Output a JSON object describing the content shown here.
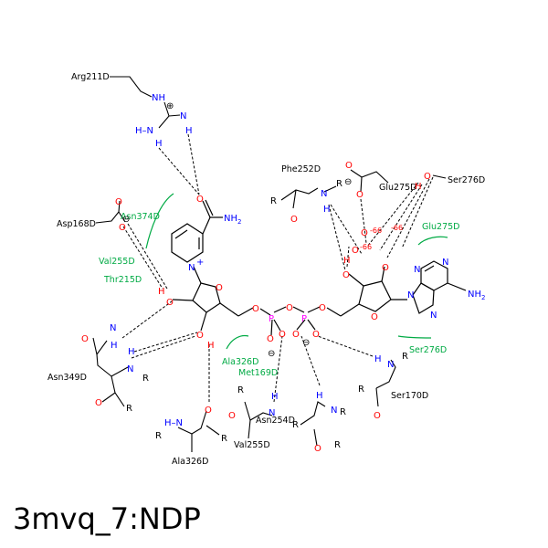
{
  "caption": "3mvq_7:NDP",
  "colors": {
    "bond": "#000000",
    "nitrogen": "#0000ff",
    "oxygen": "#ff0000",
    "phosphorus": "#ff00ff",
    "contact": "#00aa44",
    "hbond": "#000000"
  },
  "residues": {
    "arg211": "Arg211D",
    "asp168": "Asp168D",
    "asn374": "Asn374D",
    "val255_top": "Val255D",
    "thr215": "Thr215D",
    "asn349": "Asn349D",
    "ala326_contact": "Ala326D",
    "met169": "Met169D",
    "phe252": "Phe252D",
    "glu275_top": "Glu275D",
    "ser276_top": "Ser276D",
    "glu275_contact": "Glu275D",
    "ser276_contact": "Ser276D",
    "ser170": "Ser170D",
    "ala326_bottom": "Ala326D",
    "asn254": "Asn254D",
    "val255_bottom": "Val255D"
  },
  "atoms": {
    "R": "R",
    "N": "N",
    "NH": "NH",
    "H": "H",
    "O": "O",
    "NH2": "NH",
    "sub2": "2",
    "plus": "+",
    "minus": "⊖",
    "plus_circle": "⊕",
    "P": "P",
    "HN": "H–N",
    "dist": "-66"
  }
}
